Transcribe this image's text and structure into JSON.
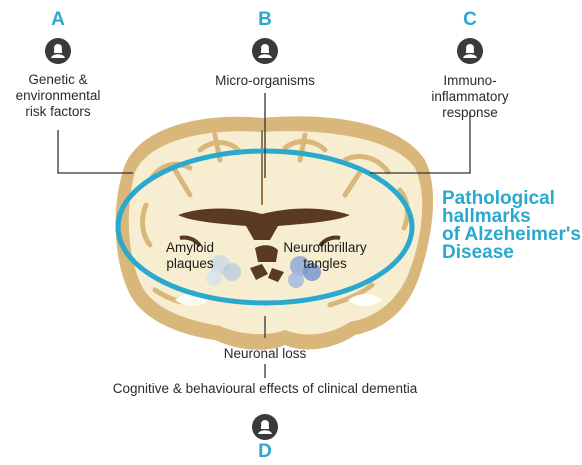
{
  "nodes": {
    "a": {
      "letter": "A",
      "label": "Genetic &\nenvironmental\nrisk factors"
    },
    "b": {
      "letter": "B",
      "label": "Micro-organisms"
    },
    "c": {
      "letter": "C",
      "label": "Immuno-inflammatory\nresponse"
    },
    "d": {
      "letter": "D"
    }
  },
  "brain": {
    "amyloid": "Amyloid\nplaques",
    "tangles": "Neurofibrillary\ntangles"
  },
  "hallmark": "Pathological\nhallmarks\nof Alzeheimer's\nDisease",
  "outcomes": {
    "neuronal_loss": "Neuronal loss",
    "effects": "Cognitive & behavioural effects of clinical dementia"
  },
  "colors": {
    "accent": "#2aa9cf",
    "brain_cream": "#f7eed2",
    "brain_tan": "#d9b77a",
    "ventricle": "#5a3a22",
    "icon": "#3a3a3a"
  },
  "icons": [
    "person-icon"
  ]
}
